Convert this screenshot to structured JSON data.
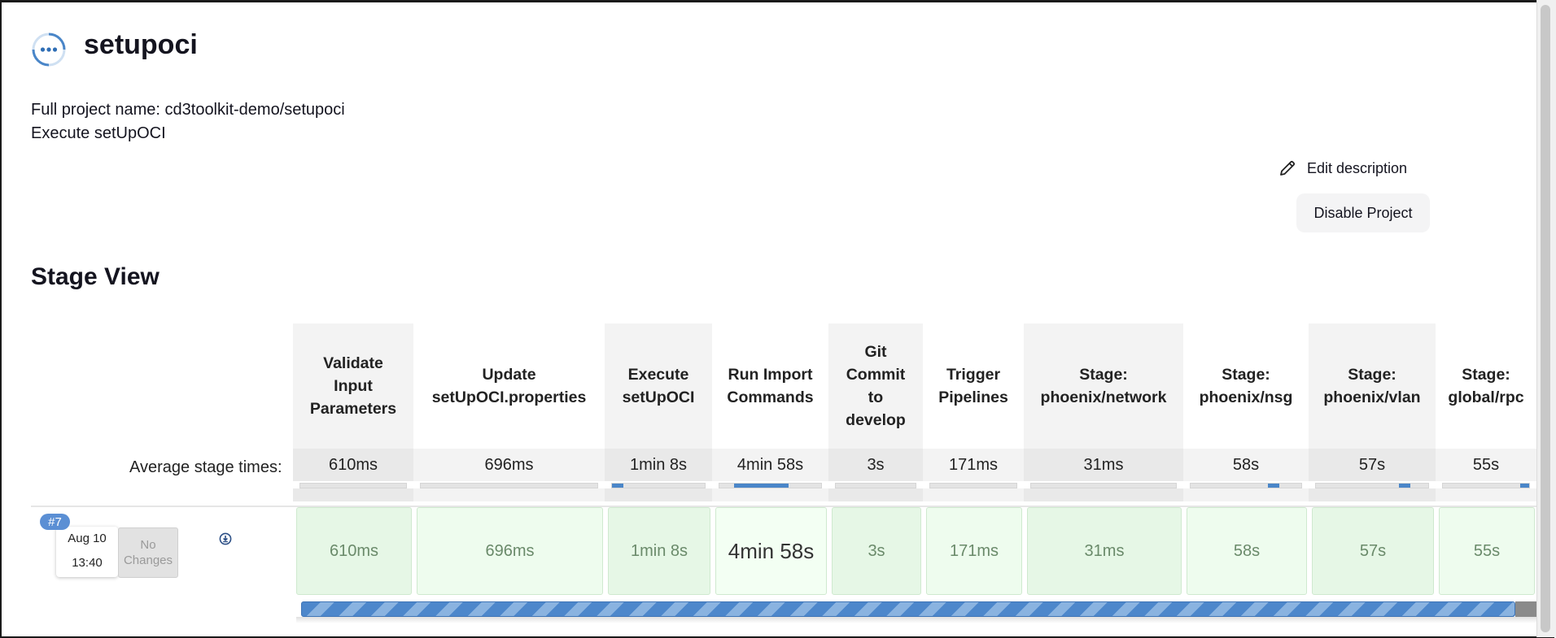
{
  "project": {
    "title": "setupoci",
    "full_name": "Full project name: cd3toolkit-demo/setupoci",
    "description": "Execute setUpOCI",
    "icon": "in-progress-ellipsis-icon"
  },
  "actions": {
    "edit_description": "Edit description",
    "disable_project": "Disable Project"
  },
  "stage_view": {
    "title": "Stage View",
    "average_label": "Average stage times:",
    "stages": [
      {
        "name": "Validate\nInput\nParameters",
        "avg": "610ms",
        "time": "610ms",
        "fill_start": 0,
        "fill_end": 0
      },
      {
        "name": "Update\nsetUpOCI.properties",
        "avg": "696ms",
        "time": "696ms",
        "fill_start": 0,
        "fill_end": 0
      },
      {
        "name": "Execute\nsetUpOCI",
        "avg": "1min 8s",
        "time": "1min 8s",
        "fill_start": 0,
        "fill_end": 0.12
      },
      {
        "name": "Run Import\nCommands",
        "avg": "4min 58s",
        "time": "4min 58s",
        "fill_start": 0.14,
        "fill_end": 0.68
      },
      {
        "name": "Git\nCommit\nto\ndevelop",
        "avg": "3s",
        "time": "3s",
        "fill_start": 0,
        "fill_end": 0
      },
      {
        "name": "Trigger\nPipelines",
        "avg": "171ms",
        "time": "171ms",
        "fill_start": 0,
        "fill_end": 0
      },
      {
        "name": "Stage:\nphoenix/network",
        "avg": "31ms",
        "time": "31ms",
        "fill_start": 0,
        "fill_end": 0
      },
      {
        "name": "Stage:\nphoenix/nsg",
        "avg": "58s",
        "time": "58s",
        "fill_start": 0.7,
        "fill_end": 0.8
      },
      {
        "name": "Stage:\nphoenix/vlan",
        "avg": "57s",
        "time": "57s",
        "fill_start": 0.74,
        "fill_end": 0.84
      },
      {
        "name": "Stage:\nglobal/rpc",
        "avg": "55s",
        "time": "55s",
        "fill_start": 0.9,
        "fill_end": 1.0
      }
    ]
  },
  "build": {
    "number": "#7",
    "date": "Aug 10",
    "time": "13:40",
    "changes": "No\nChanges",
    "progress_icon": "download-circle-icon"
  }
}
